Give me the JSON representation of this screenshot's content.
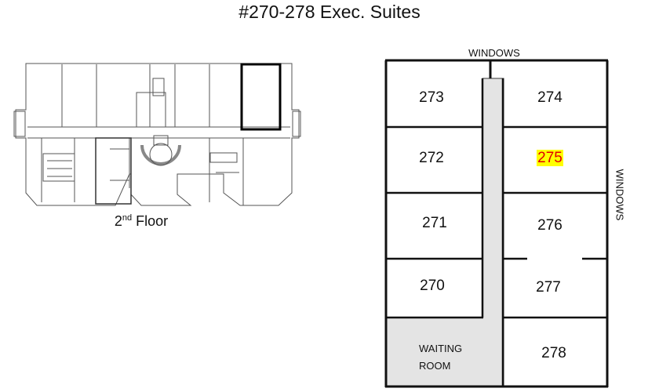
{
  "title": "#270-278 Exec. Suites",
  "overview": {
    "label_main": "2",
    "label_sup": "nd",
    "label_rest": " Floor"
  },
  "suite_plan": {
    "windows_top": "WINDOWS",
    "windows_side": "WINDOWS",
    "rooms": {
      "r273": "273",
      "r274": "274",
      "r272": "272",
      "r275": "275",
      "r271": "271",
      "r276": "276",
      "r270": "270",
      "r277": "277",
      "r278": "278"
    },
    "waiting_line1": "WAITING",
    "waiting_line2": "ROOM",
    "highlighted_room": "275",
    "highlight_color": "#ffff00",
    "highlight_text_color": "#e00000",
    "corridor_color": "#e4e4e4"
  }
}
